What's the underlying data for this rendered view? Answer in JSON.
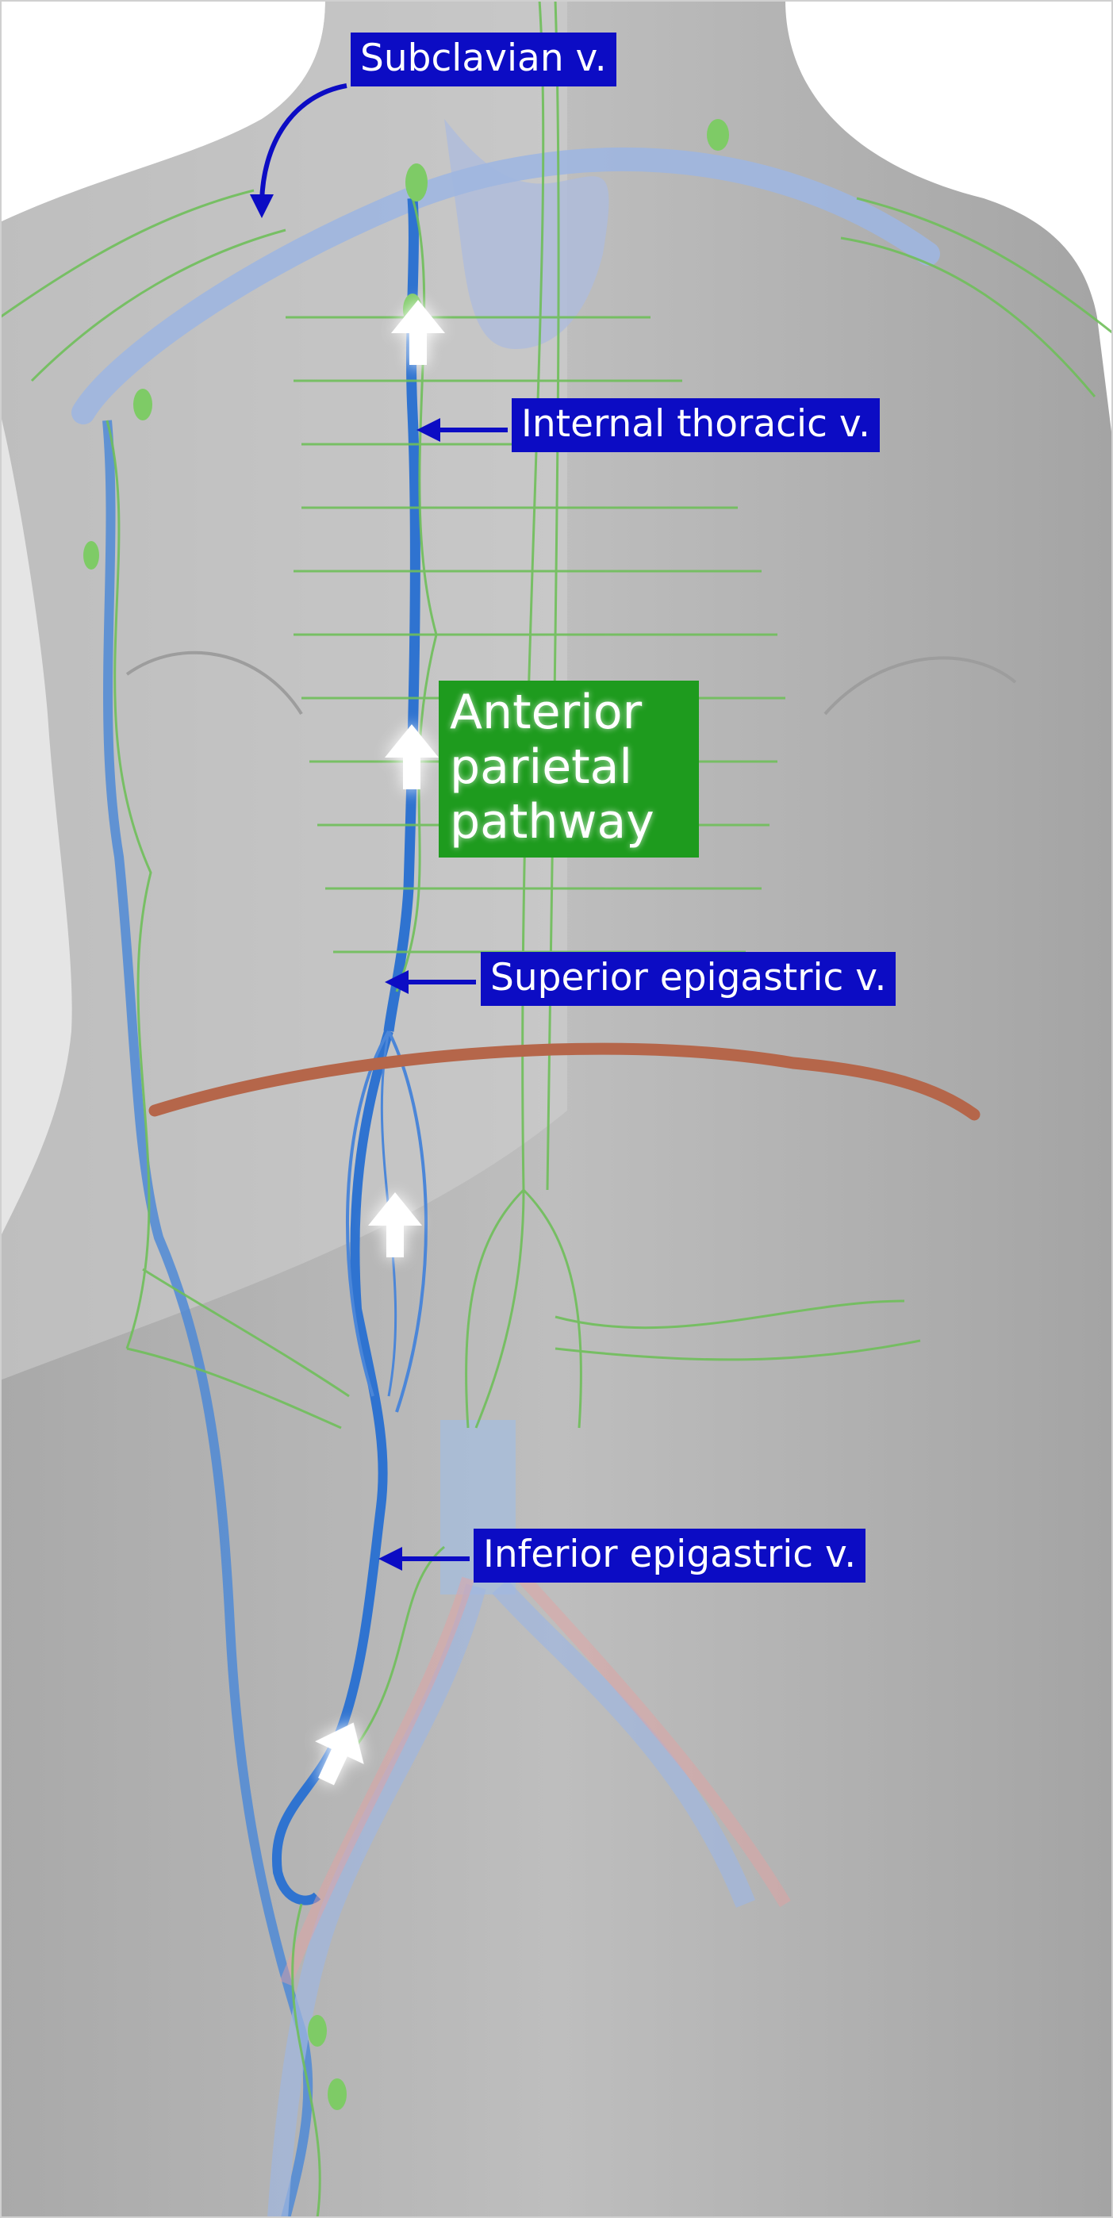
{
  "labels": {
    "subclavian": "Subclavian v.",
    "internal_thoracic": "Internal thoracic v.",
    "pathway": "Anterior parietal pathway",
    "superior_epigastric": "Superior epigastric v.",
    "inferior_epigastric": "Inferior epigastric v."
  },
  "colors": {
    "label_background": "#0c0cc4",
    "pathway_background": "#1e9b1e",
    "label_text": "#ffffff",
    "vein": "#3a7fd6",
    "lymphatic": "#6fbf5a",
    "diaphragm": "#b5664a",
    "body": "#bdbdbd",
    "arrow": "#ffffff"
  },
  "flow_direction": "upward"
}
